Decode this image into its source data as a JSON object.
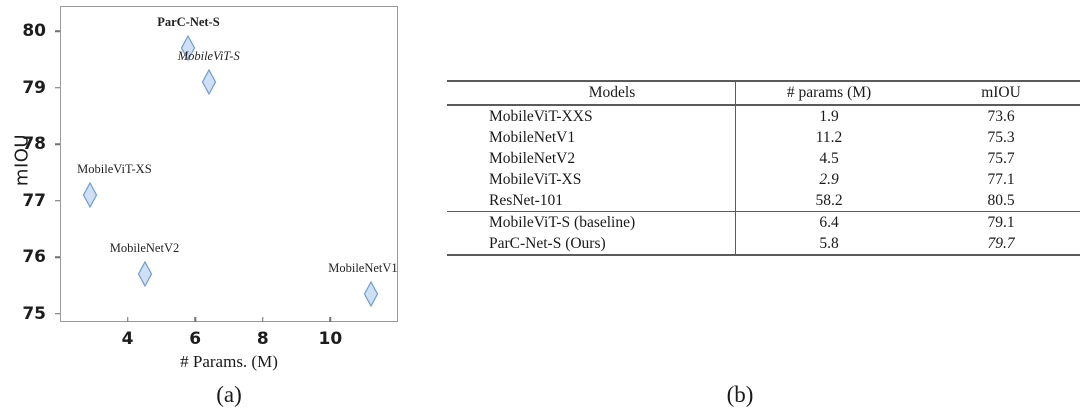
{
  "chart_data": [
    {
      "type": "scatter",
      "title": "",
      "caption": "(a)",
      "xlabel": "# Params. (M)",
      "ylabel": "mIOU",
      "xlim": [
        2.0,
        12.0
      ],
      "ylim": [
        74.85,
        80.45
      ],
      "xticks": [
        4,
        6,
        8,
        10
      ],
      "yticks": [
        75,
        76,
        77,
        78,
        79,
        80
      ],
      "grid": false,
      "legend": "none",
      "marker": "diamond",
      "marker_fill": "#cfe0f5",
      "marker_stroke": "#6e9bd1",
      "points": [
        {
          "label": "ParC-Net-S",
          "x": 5.8,
          "y": 79.7,
          "style": "bold",
          "label_dx": 0,
          "label_dy": -20
        },
        {
          "label": "MobileViT-S",
          "x": 6.4,
          "y": 79.1,
          "style": "italic",
          "label_dx": 0,
          "label_dy": -20
        },
        {
          "label": "MobileViT-XS",
          "x": 2.9,
          "y": 77.1,
          "style": "regular",
          "label_dx": 24,
          "label_dy": -20
        },
        {
          "label": "MobileNetV2",
          "x": 4.5,
          "y": 75.7,
          "style": "regular",
          "label_dx": 0,
          "label_dy": -20
        },
        {
          "label": "MobileNetV1",
          "x": 11.2,
          "y": 75.35,
          "style": "regular",
          "label_dx": -8,
          "label_dy": -20
        }
      ]
    },
    {
      "type": "table",
      "caption": "(b)",
      "columns": [
        "Models",
        "# params (M)",
        "mIOU"
      ],
      "rows": [
        {
          "model": "MobileViT-XXS",
          "params": "1.9",
          "params_style": "bold",
          "miou": "73.6",
          "miou_style": "regular"
        },
        {
          "model": "MobileNetV1",
          "params": "11.2",
          "params_style": "regular",
          "miou": "75.3",
          "miou_style": "regular"
        },
        {
          "model": "MobileNetV2",
          "params": "4.5",
          "params_style": "regular",
          "miou": "75.7",
          "miou_style": "regular"
        },
        {
          "model": "MobileViT-XS",
          "params": "2.9",
          "params_style": "italic",
          "miou": "77.1",
          "miou_style": "regular"
        },
        {
          "model": "ResNet-101",
          "params": "58.2",
          "params_style": "regular",
          "miou": "80.5",
          "miou_style": "bold"
        },
        {
          "model": "MobileViT-S (baseline)",
          "params": "6.4",
          "params_style": "regular",
          "miou": "79.1",
          "miou_style": "regular"
        },
        {
          "model": "ParC-Net-S (Ours)",
          "params": "5.8",
          "params_style": "regular",
          "miou": "79.7",
          "miou_style": "italic"
        }
      ],
      "group_separator_after_row": 4
    }
  ],
  "panel_a": {
    "caption": "(a)",
    "xlabel": "# Params. (M)",
    "ylabel": "mIOU"
  },
  "panel_b": {
    "caption": "(b)",
    "header": {
      "models": "Models",
      "params": "# params (M)",
      "miou": "mIOU"
    }
  }
}
